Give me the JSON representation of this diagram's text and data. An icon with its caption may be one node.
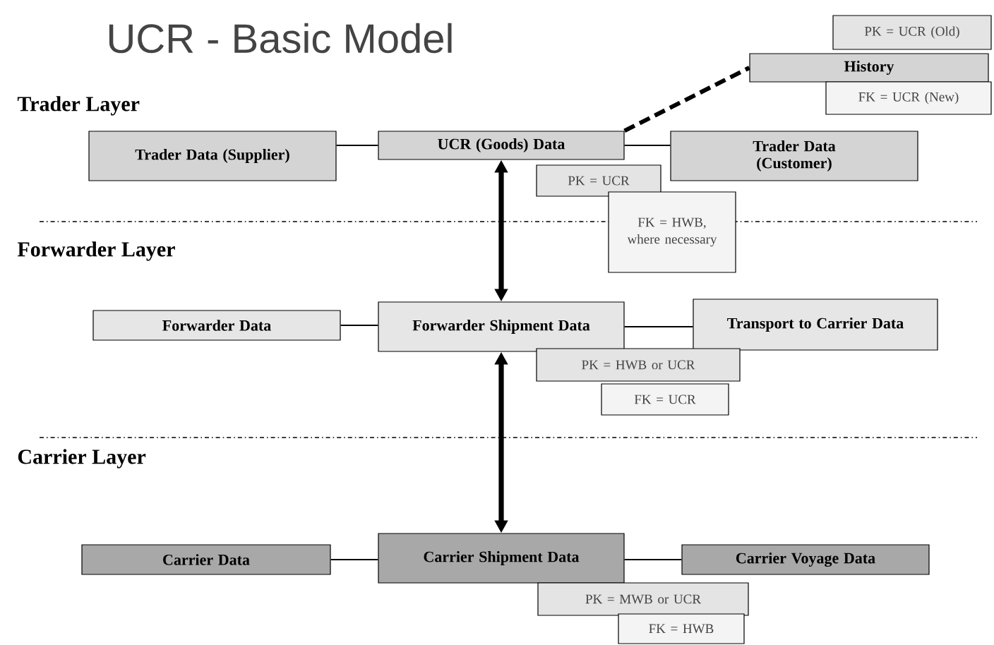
{
  "diagram": {
    "title": "UCR -  Basic Model",
    "nodes": [
      {
        "text": [
          "Trader Data (Supplier)"
        ]
      },
      {
        "text": [
          "UCR (Goods) Data"
        ]
      },
      {
        "text": [
          "Trader Data (Customer)"
        ]
      },
      {
        "text": [
          "PK = UCR (Old)"
        ]
      },
      {
        "text": [
          "History"
        ]
      },
      {
        "text": [
          "FK = UCR (New)"
        ]
      },
      {
        "text": [
          "PK = UCR"
        ]
      },
      {
        "text": [
          "FK = HWB, where necessary"
        ]
      },
      {
        "text": [
          "Forwarder Data"
        ]
      },
      {
        "text": [
          "Forwarder Shipment Data"
        ]
      },
      {
        "text": [
          "Transport to Carrier Data"
        ]
      },
      {
        "text": [
          "PK = HWB or UCR"
        ]
      },
      {
        "text": [
          "FK = UCR"
        ]
      },
      {
        "text": [
          "Carrier Data"
        ]
      },
      {
        "text": [
          "Carrier Shipment Data"
        ]
      },
      {
        "text": [
          "Carrier Voyage Data"
        ]
      },
      {
        "text": [
          "PK = MWB or UCR"
        ]
      },
      {
        "text": [
          "FK = HWB"
        ]
      }
    ],
    "edges": [
      {
        "from": 0,
        "to": 1,
        "arrow": "none"
      },
      {
        "from": 1,
        "to": 2,
        "arrow": "none"
      },
      {
        "from": 1,
        "to": 4,
        "arrow": "none",
        "style": "dashed"
      },
      {
        "from": 1,
        "to": 9,
        "arrow": "both",
        "style": "thick"
      },
      {
        "from": 8,
        "to": 9,
        "arrow": "none"
      },
      {
        "from": 9,
        "to": 10,
        "arrow": "none"
      },
      {
        "from": 9,
        "to": 14,
        "arrow": "both",
        "style": "thick"
      },
      {
        "from": 13,
        "to": 14,
        "arrow": "none"
      },
      {
        "from": 14,
        "to": 15,
        "arrow": "none"
      }
    ],
    "labels": [
      "Trader Layer",
      "Forwarder Layer",
      "Carrier Layer"
    ]
  }
}
